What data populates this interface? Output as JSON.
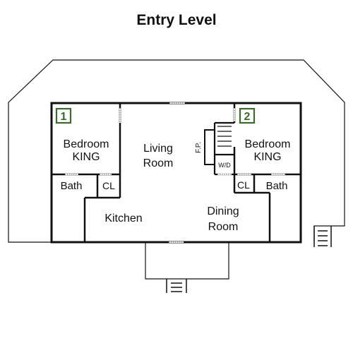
{
  "title": "Entry Level",
  "colors": {
    "wall": "#111111",
    "badge": "#3a6b2a",
    "door": "#aaaaaa"
  },
  "rooms": {
    "bedroom_left": {
      "badge": "1",
      "line1": "Bedroom",
      "line2": "KING"
    },
    "bedroom_right": {
      "badge": "2",
      "line1": "Bedroom",
      "line2": "KING"
    },
    "living": {
      "line1": "Living",
      "line2": "Room"
    },
    "dining": {
      "line1": "Dining",
      "line2": "Room"
    },
    "kitchen": "Kitchen",
    "bath_left": "Bath",
    "bath_right": "Bath",
    "closet_left": "CL",
    "closet_right": "CL",
    "fireplace": "F.P.",
    "washer_dryer": "W/D"
  }
}
